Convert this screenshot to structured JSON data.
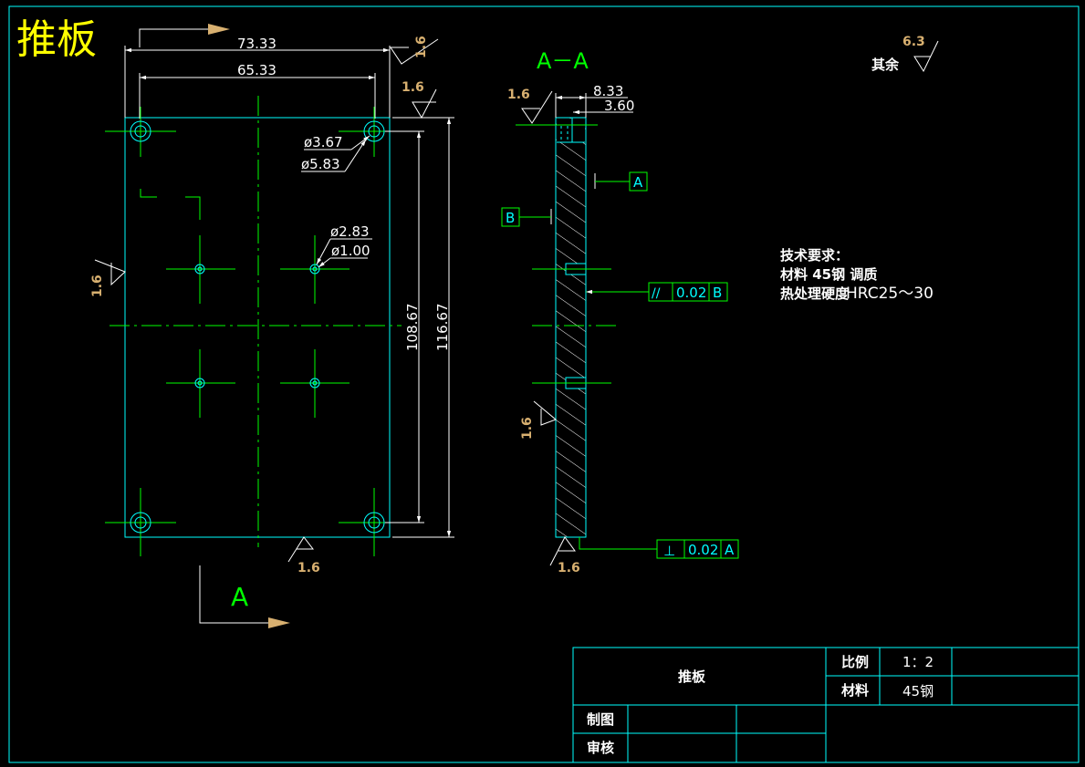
{
  "drawing_title": "推板",
  "section_label": "A－A",
  "view_arrow_label": "A",
  "roughness": {
    "other": "其余",
    "other_value": "6.3",
    "value": "1.6"
  },
  "dimensions": {
    "width_outer": "73.33",
    "width_inner": "65.33",
    "height_inner": "108.67",
    "height_outer": "116.67",
    "hole_d1": "ø3.67",
    "hole_d2": "ø5.83",
    "hole_d3": "ø2.83",
    "hole_d4": "ø1.00",
    "section_thk": "8.33",
    "section_step": "3.60"
  },
  "datums": {
    "a": "A",
    "b": "B"
  },
  "tolerances": {
    "parallel": {
      "symbol": "//",
      "value": "0.02",
      "datum": "B"
    },
    "perpendicular": {
      "symbol": "⊥",
      "value": "0.02",
      "datum": "A"
    }
  },
  "tech_requirements": {
    "heading": "技术要求：",
    "line1": "材料 45钢 调质",
    "line2a": "热处理硬度",
    "line2b": "HRC25～30"
  },
  "title_block": {
    "part_name": "推板",
    "scale_label": "比例",
    "scale_value": "1：2",
    "material_label": "材料",
    "material_value": "45钢",
    "drawn_label": "制图",
    "checked_label": "审核"
  }
}
